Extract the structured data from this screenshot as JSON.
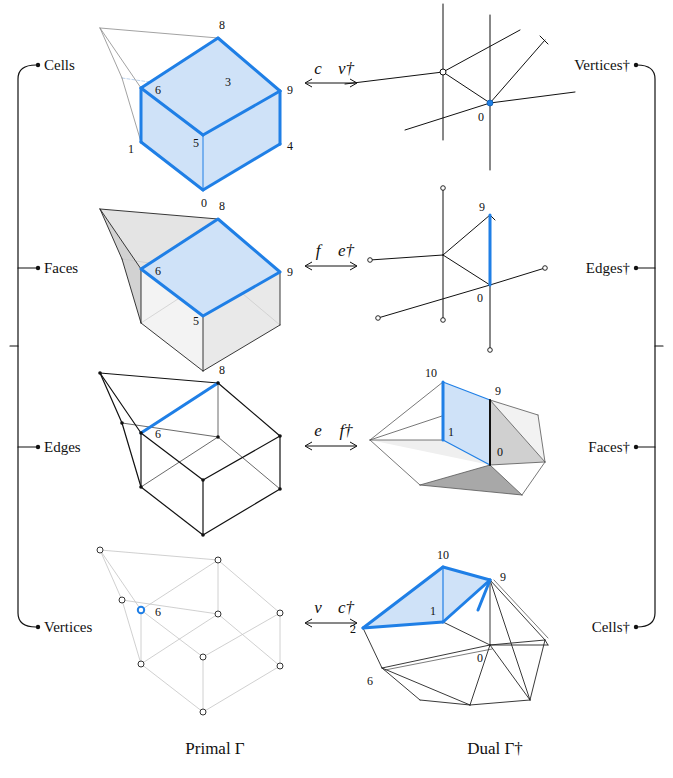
{
  "diagram": {
    "labels": [
      "Cells",
      "Faces",
      "Edges",
      "Vertices",
      "Vertices†",
      "Edges†",
      "Faces†",
      "Cells†",
      "c",
      "v†",
      "f",
      "e†",
      "e",
      "f†",
      "v",
      "c†",
      "8",
      "6",
      "3",
      "9",
      "5",
      "1",
      "4",
      "0",
      "0",
      "8",
      "6",
      "9",
      "5",
      "9",
      "0",
      "6",
      "8",
      "10",
      "9",
      "1",
      "0",
      "6",
      "10",
      "9",
      "2",
      "1",
      "6",
      "0",
      "Primal Γ",
      "Dual Γ†"
    ]
  }
}
